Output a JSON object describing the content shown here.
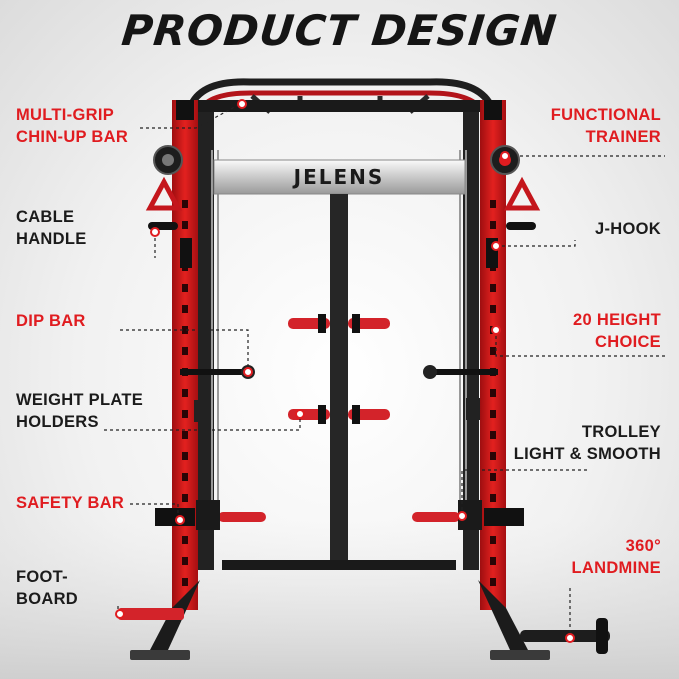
{
  "title": "PRODUCT DESIGN",
  "brand": "JELENS",
  "colors": {
    "accent": "#e01c20",
    "frame": "#1c1c1c",
    "text": "#1b1b1b"
  },
  "labels_left": [
    {
      "id": "multi-grip",
      "lines": [
        "MULTI-GRIP",
        "CHIN-UP BAR"
      ],
      "color": "red"
    },
    {
      "id": "cable-handle",
      "lines": [
        "CABLE",
        "HANDLE"
      ],
      "color": "dark"
    },
    {
      "id": "dip-bar",
      "lines": [
        "DIP BAR"
      ],
      "color": "red"
    },
    {
      "id": "weight-plate-holders",
      "lines": [
        "WEIGHT PLATE",
        "HOLDERS"
      ],
      "color": "dark"
    },
    {
      "id": "safety-bar",
      "lines": [
        "SAFETY BAR"
      ],
      "color": "red"
    },
    {
      "id": "foot-board",
      "lines": [
        "FOOT-",
        "BOARD"
      ],
      "color": "dark"
    }
  ],
  "labels_right": [
    {
      "id": "functional-trainer",
      "lines": [
        "FUNCTIONAL",
        "TRAINER"
      ],
      "color": "red"
    },
    {
      "id": "j-hook",
      "lines": [
        "J-HOOK"
      ],
      "color": "dark"
    },
    {
      "id": "height-choice",
      "lines": [
        "20 HEIGHT",
        "CHOICE"
      ],
      "color": "red"
    },
    {
      "id": "trolley",
      "lines": [
        "TROLLEY",
        "LIGHT & SMOOTH"
      ],
      "color": "dark"
    },
    {
      "id": "landmine",
      "lines": [
        "360°",
        "LANDMINE"
      ],
      "color": "red"
    }
  ]
}
